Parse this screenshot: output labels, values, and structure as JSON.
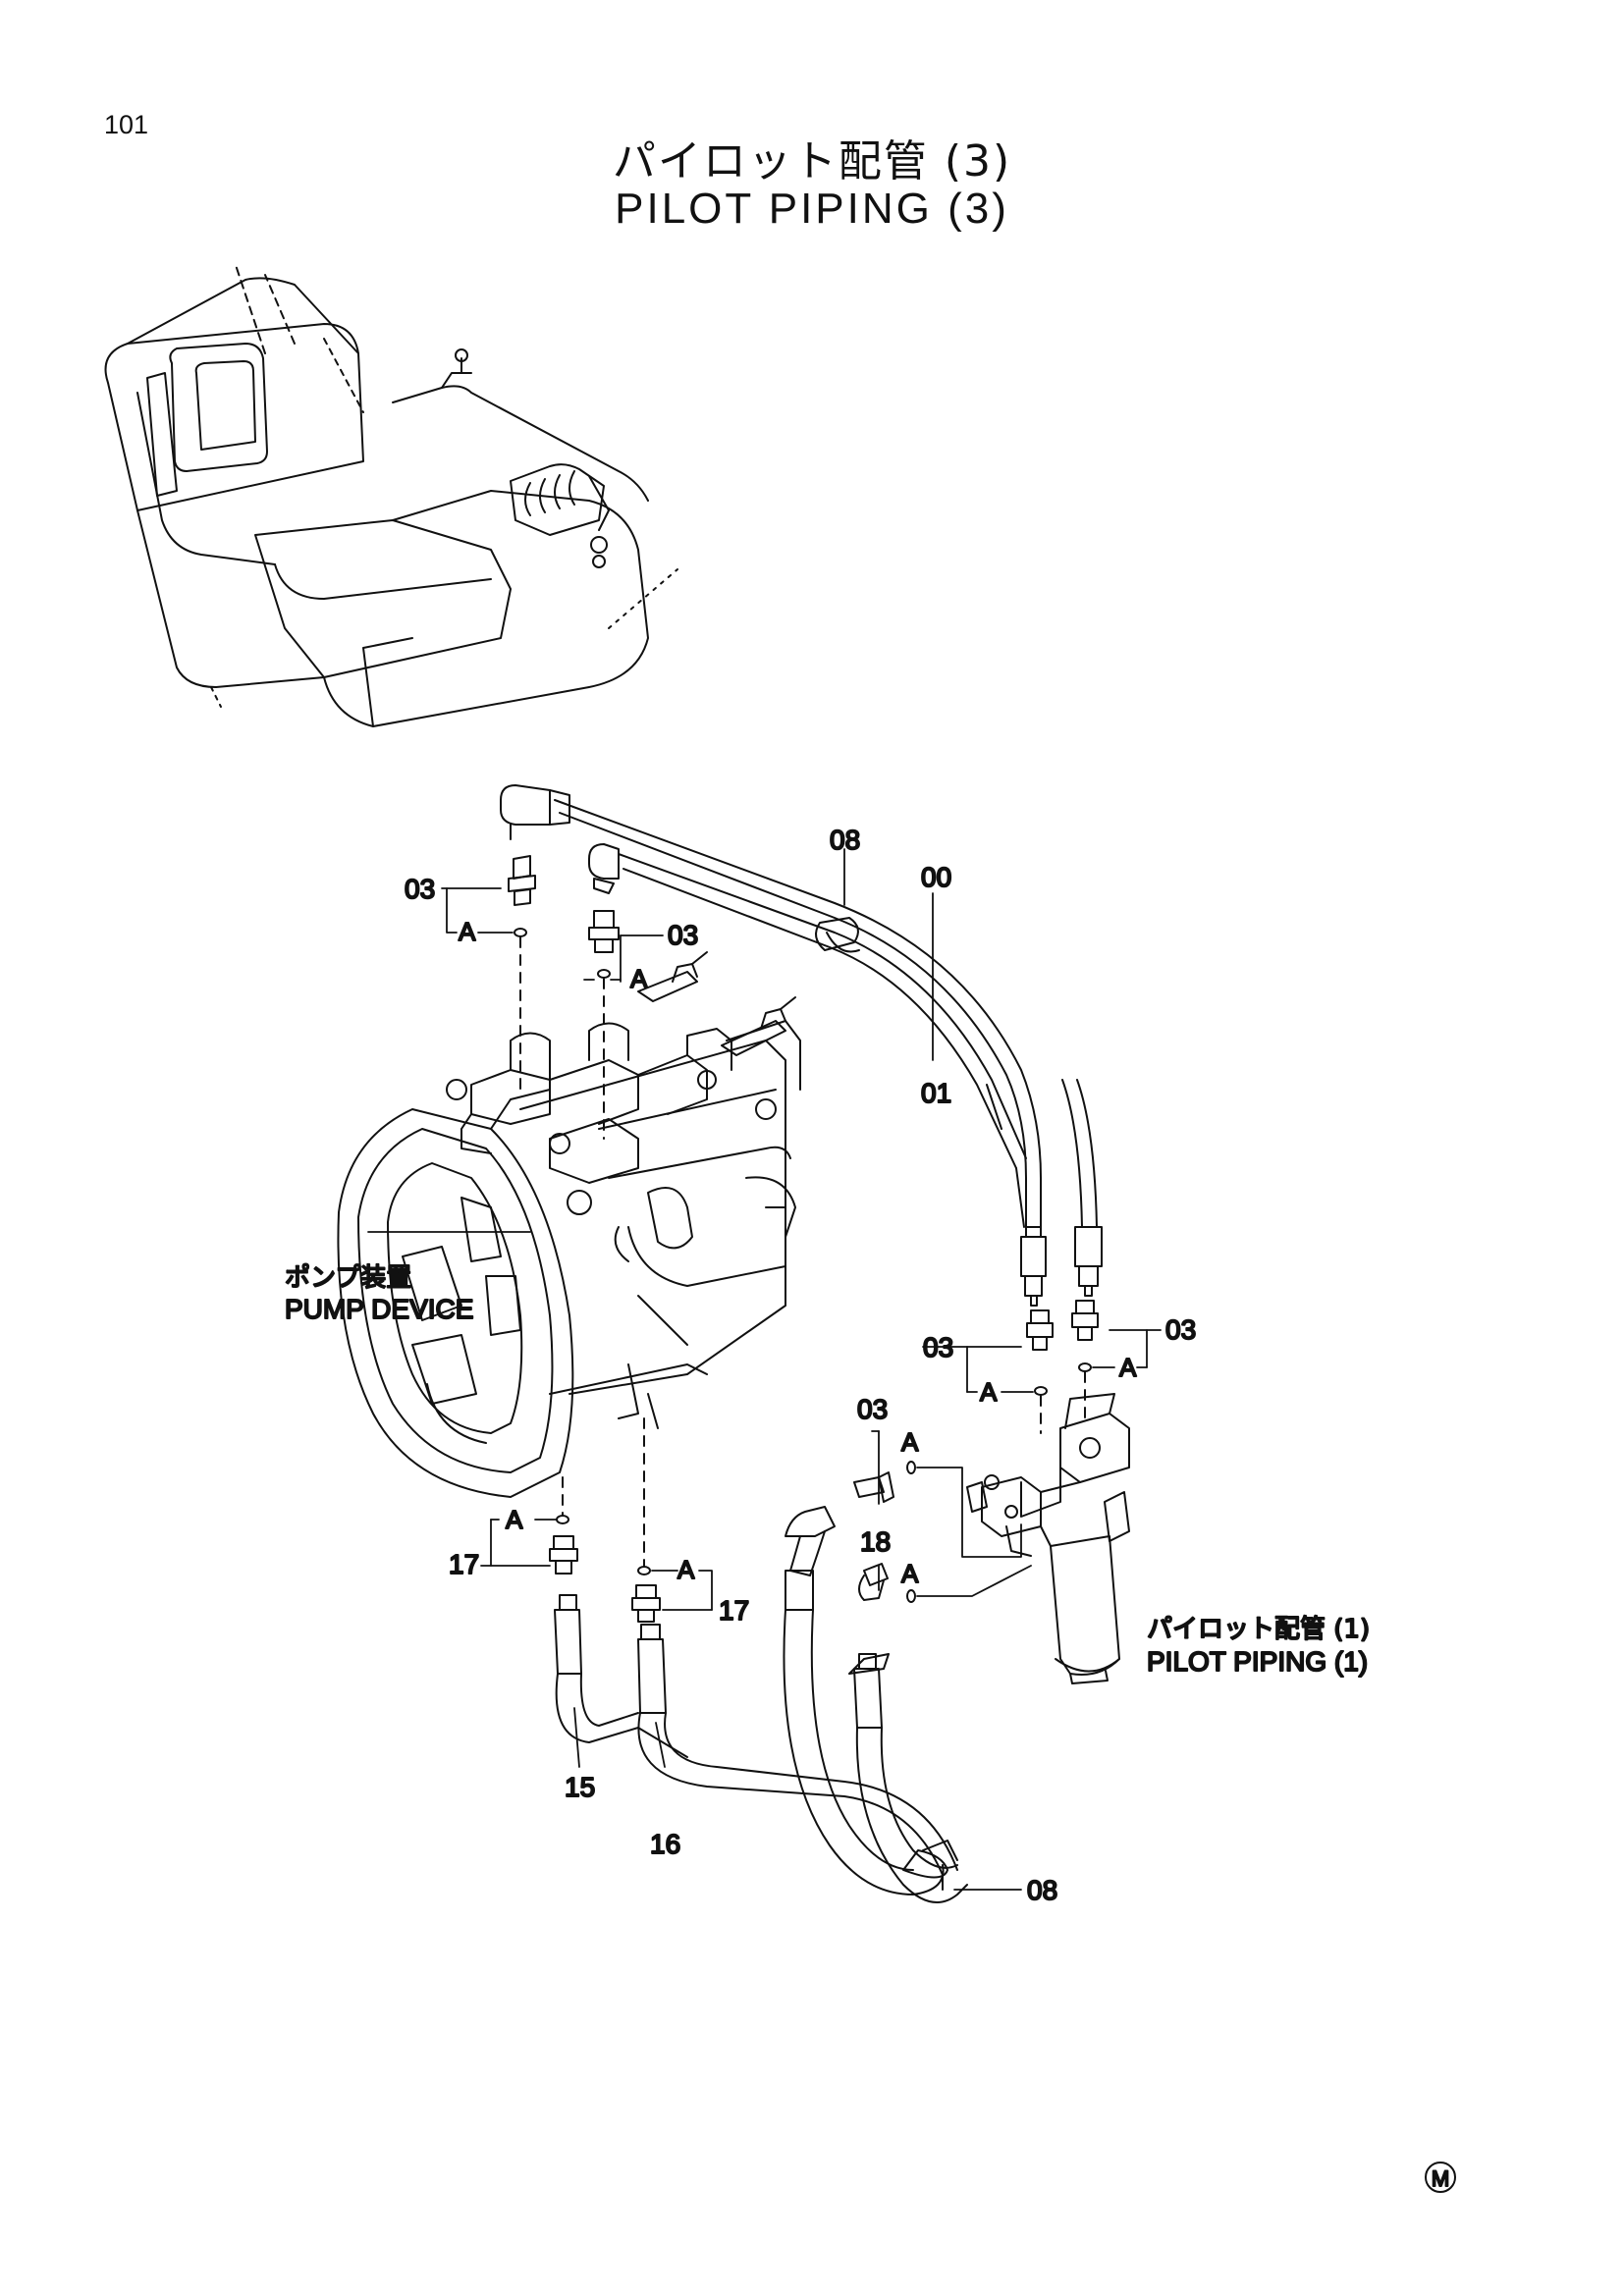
{
  "page_number": "101",
  "title": {
    "japanese": "パイロット配管 (3)",
    "english": "PILOT PIPING (3)"
  },
  "references": {
    "pump_device_jp": "ポンプ装置",
    "pump_device_en": "PUMP DEVICE",
    "pilot_piping_jp": "パイロット配管 (1)",
    "pilot_piping_en": "PILOT PIPING (1)"
  },
  "callouts": {
    "c08_top": "08",
    "c00": "00",
    "c01": "01",
    "c03_a": "03",
    "c03_b": "03",
    "c03_c": "03",
    "c03_d": "03",
    "c03_e": "03",
    "c17_a": "17",
    "c17_b": "17",
    "c18": "18",
    "c15": "15",
    "c16": "16",
    "c08_bottom": "08"
  },
  "section_marks": {
    "a1": "A",
    "a2": "A",
    "a3": "A",
    "a4": "A",
    "a5": "A",
    "a6": "A",
    "a7": "A",
    "a8": "A"
  },
  "footer_mark": "M"
}
